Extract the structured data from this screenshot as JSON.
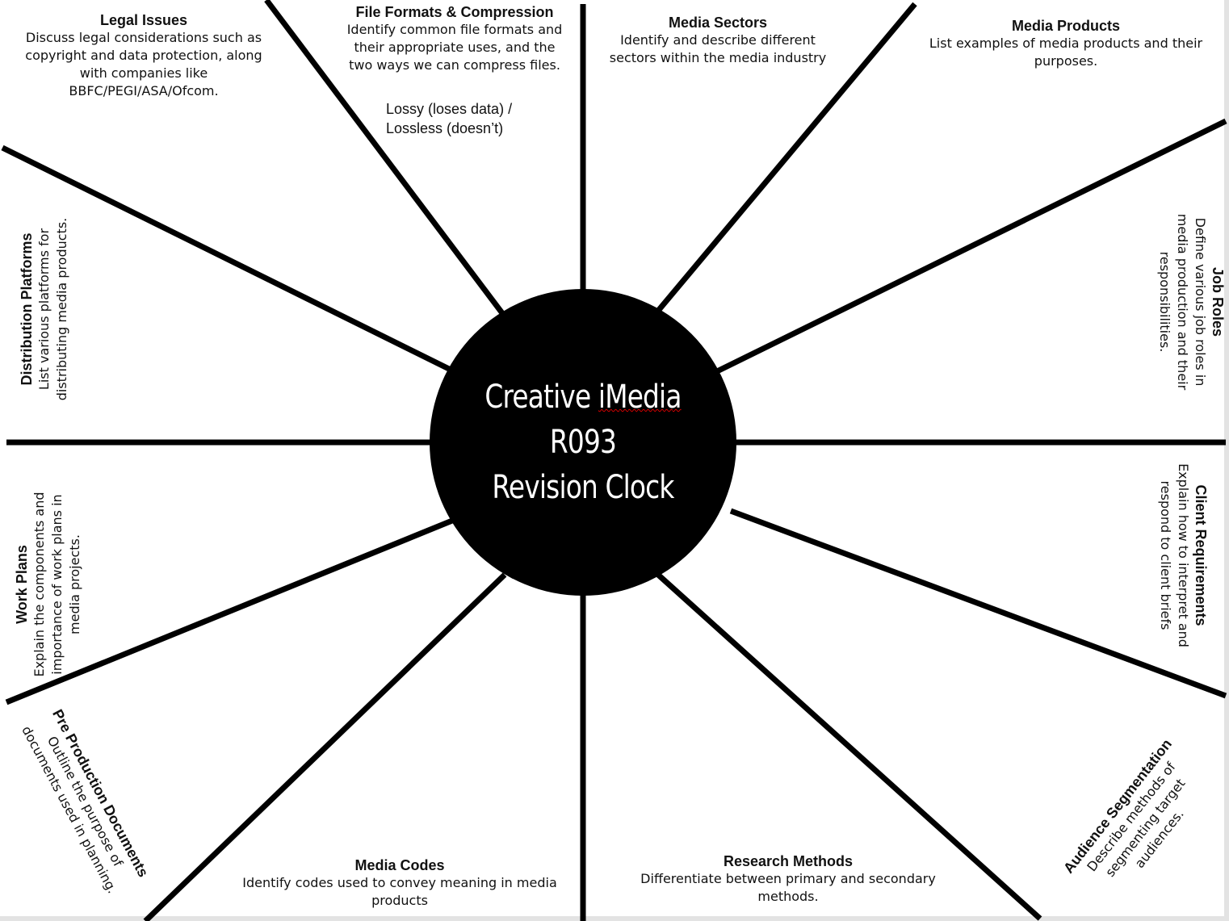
{
  "center": {
    "line1_prefix": "Creative ",
    "line1_word": "iMedia",
    "line2": "R093",
    "line3": "Revision Clock"
  },
  "sections": {
    "legal": {
      "title": "Legal Issues",
      "desc": "Discuss legal considerations such as copyright and data protection, along with companies like BBFC/PEGI/ASA/Ofcom."
    },
    "formats": {
      "title": "File Formats & Compression",
      "desc": "Identify common file formats and their appropriate uses, and the two ways we can compress files.",
      "note_line1": "Lossy (loses data) /",
      "note_line2": "Lossless (doesn’t)"
    },
    "sectors": {
      "title": "Media Sectors",
      "desc": "Identify and describe different sectors within the media industry"
    },
    "products": {
      "title": "Media Products",
      "desc": "List examples of media products and their purposes."
    },
    "jobs": {
      "title": "Job Roles",
      "desc": "Define various job roles in media production and their responsibilities."
    },
    "client": {
      "title": "Client Requirements",
      "desc": "Explain how to interpret and respond to client briefs"
    },
    "audience": {
      "title": "Audience Segmentation",
      "desc": "Describe methods of segmenting target audiences."
    },
    "research": {
      "title": "Research Methods",
      "desc": "Differentiate between primary and secondary methods."
    },
    "codes": {
      "title": "Media Codes",
      "desc": "Identify codes used to convey meaning in media products"
    },
    "preprod": {
      "title": "Pre Production Documents",
      "desc": "Outline the purpose of documents used in planning."
    },
    "workplans": {
      "title": "Work Plans",
      "desc": "Explain the components and importance of work plans in media projects."
    },
    "distribution": {
      "title": "Distribution Platforms",
      "desc": "List various platforms for distributing media products."
    }
  },
  "colors": {
    "lines": "#000000",
    "circle": "#000000",
    "center_text": "#ffffff",
    "spellcheck": "#dd0000"
  }
}
